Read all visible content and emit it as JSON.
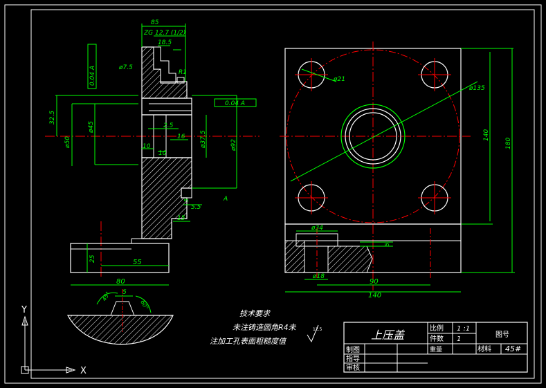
{
  "drawing": {
    "colors": {
      "background": "#000000",
      "outline": "#ffffff",
      "dimension": "#00ff00",
      "centerline": "#ff0000",
      "hatch": "#ffffff"
    },
    "left_view_dims": {
      "d85": "85",
      "zg": "ZG 12.7 (1/2)",
      "d18_5": "18.5",
      "d7_5": "ø7.5",
      "r1": "R1",
      "d32_5": "32.5",
      "d45": "ø45",
      "d50": "ø50",
      "d2_5": "2.5",
      "d16": "16",
      "d37_5": "ø37.5",
      "d92": "ø92",
      "d10a": "10",
      "d10b": "10",
      "d5": "5",
      "d5_5": "5.5",
      "d15": "15",
      "d25": "25",
      "d55": "55",
      "d80": "80",
      "tol1": "0.04 A",
      "tol2": "0.04 A",
      "datum": "A"
    },
    "right_view_dims": {
      "d21": "ø21",
      "d135": "ø135",
      "d140h": "140",
      "d180": "180",
      "d34": "ø34",
      "d5": "5",
      "d18": "ø18",
      "d90": "90",
      "d140w": "140"
    },
    "detail_dims": {
      "a45": "45°",
      "d5": "5",
      "a60": "60°"
    },
    "notes": {
      "title": "技术要求",
      "line1": "未注铸造圆角R4未",
      "line2": "注加工孔表面粗糙度值",
      "roughness": "12.5"
    },
    "title_block": {
      "part_name": "上压盖",
      "scale_label": "比例",
      "scale_value": "1 :1",
      "qty_label": "件数",
      "qty_value": "1",
      "weight_label": "重量",
      "drawing_no_label": "图号",
      "material_label": "材料",
      "material_value": "45#",
      "drawn_label": "制图",
      "guide_label": "指导",
      "review_label": "审核"
    },
    "ucs": {
      "x_label": "X",
      "y_label": "Y"
    }
  }
}
